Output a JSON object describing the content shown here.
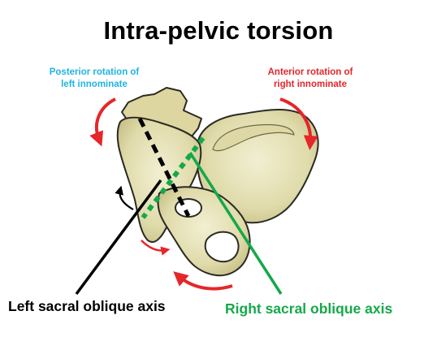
{
  "title": "Intra-pelvic torsion",
  "labels": {
    "posterior": {
      "line1": "Posterior rotation of",
      "line2": "left innominate"
    },
    "anterior": {
      "line1": "Anterior rotation of",
      "line2": "right innominate"
    },
    "left_axis": "Left sacral oblique axis",
    "right_axis": "Right sacral oblique axis"
  },
  "colors": {
    "posterior": "#1fb5e0",
    "anterior": "#e5262a",
    "left_axis": "#000000",
    "right_axis": "#15a84a",
    "bone_fill": "#e6e2b8",
    "bone_outline": "#2a2a22"
  }
}
